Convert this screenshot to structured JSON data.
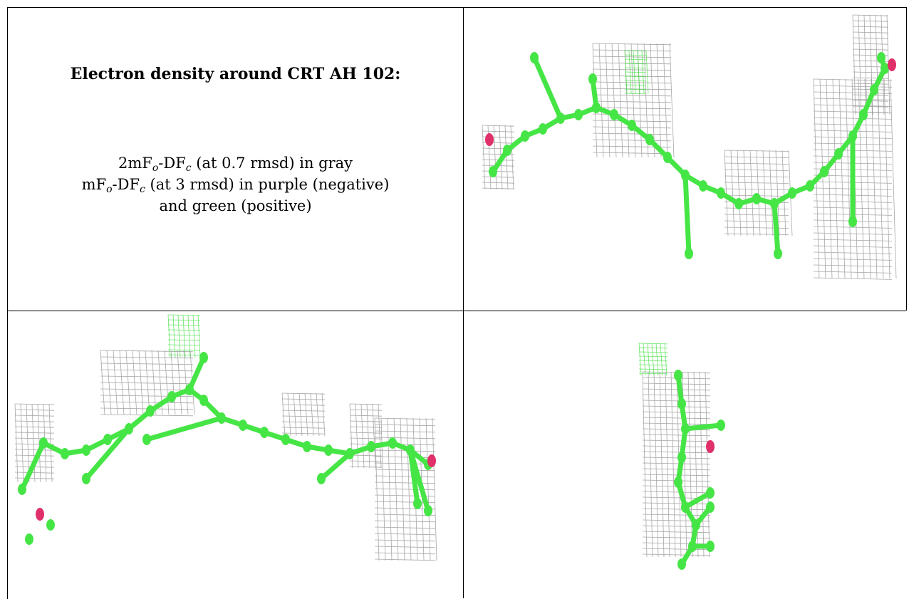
{
  "caption": {
    "title": "Electron density around CRT AH 102:",
    "line1": {
      "pre": "2mF",
      "sub1": "o",
      "mid": "-DF",
      "sub2": "c",
      "post": " (at 0.7 rmsd) in gray"
    },
    "line2": {
      "pre": "mF",
      "sub1": "o",
      "mid": "-DF",
      "sub2": "c",
      "post": " (at 3 rmsd) in purple (negative)"
    },
    "line3": "and green (positive)"
  },
  "colors": {
    "carbon": "#46e546",
    "oxygen": "#e0306a",
    "mesh_2fofc": "#8a8a8a",
    "mesh_positive": "#33dd33",
    "border": "#000000"
  },
  "panels": [
    {
      "name": "view-top-right"
    },
    {
      "name": "view-bottom-left"
    },
    {
      "name": "view-bottom-right"
    }
  ]
}
